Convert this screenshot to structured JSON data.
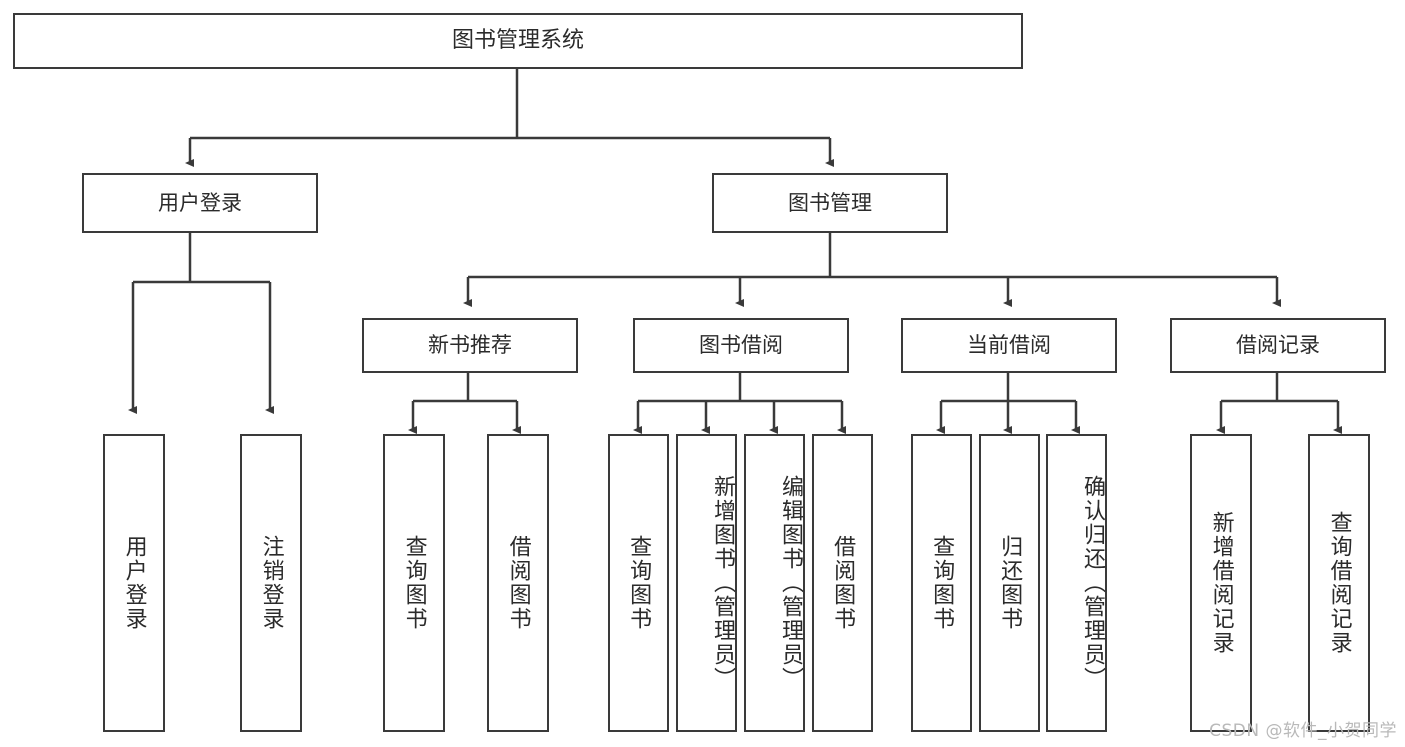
{
  "diagram": {
    "title": "图书管理系统",
    "type": "tree",
    "watermark": "CSDN @软件_小贺同学",
    "colors": {
      "box_border": "#3a3a3a",
      "box_fill": "#ffffff",
      "edge": "#3a3a3a",
      "text": "#2b2b2b",
      "watermark": "#b9b9b9",
      "background": "#ffffff"
    },
    "levels": {
      "root": {
        "label": "图书管理系统"
      },
      "level2": [
        {
          "label": "用户登录"
        },
        {
          "label": "图书管理"
        }
      ],
      "level3": [
        {
          "label": "新书推荐"
        },
        {
          "label": "图书借阅"
        },
        {
          "label": "当前借阅"
        },
        {
          "label": "借阅记录"
        }
      ],
      "leaves": {
        "user_login": [
          {
            "label": "用户登录"
          },
          {
            "label": "注销登录"
          }
        ],
        "new_book_recommend": [
          {
            "label": "查询图书"
          },
          {
            "label": "借阅图书"
          }
        ],
        "book_borrow": [
          {
            "label": "查询图书"
          },
          {
            "label": "新增图书（管理员）"
          },
          {
            "label": "编辑图书（管理员）"
          },
          {
            "label": "借阅图书"
          }
        ],
        "current_borrow": [
          {
            "label": "查询图书"
          },
          {
            "label": "归还图书"
          },
          {
            "label": "确认归还（管理员）"
          }
        ],
        "borrow_record": [
          {
            "label": "新增借阅记录"
          },
          {
            "label": "查询借阅记录"
          }
        ]
      }
    }
  }
}
